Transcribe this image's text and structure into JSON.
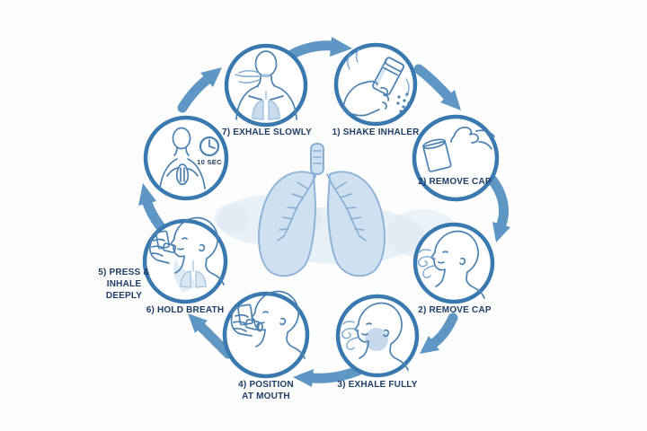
{
  "diagram": {
    "subject": "inhaler-steps-cycle",
    "colors": {
      "circle_border": "#3a79b0",
      "arrow": "#5e96c4",
      "label_text": "#1e3f63",
      "line_art": "#4d82b0",
      "light_fill": "#c9dcee",
      "wash": "#d9e7f2",
      "background": "#fdfdfe"
    },
    "nodes": [
      {
        "name": "shake-inhaler",
        "label": "1) SHAKE INHALER"
      },
      {
        "name": "remove-cap",
        "label": "2) REMOVE CAP"
      },
      {
        "name": "exhale-head",
        "label": "2) REMOVE CAP"
      },
      {
        "name": "exhale-fully",
        "label": "3) EXHALE FULLY"
      },
      {
        "name": "position-at-mouth",
        "label_line1": "4) POSITION",
        "label_line2": "AT MOUTH"
      },
      {
        "name": "press-and-inhale",
        "label_line1": "5) PRESS &",
        "label_line2": "INHALE",
        "label_line3": "DEEPLY"
      },
      {
        "name": "hold-breath",
        "label": "6) HOLD BREATH"
      },
      {
        "name": "ten-seconds",
        "label": "10 SEC"
      },
      {
        "name": "exhale-slowly",
        "label": "7) EXHALE SLOWLY"
      }
    ]
  }
}
